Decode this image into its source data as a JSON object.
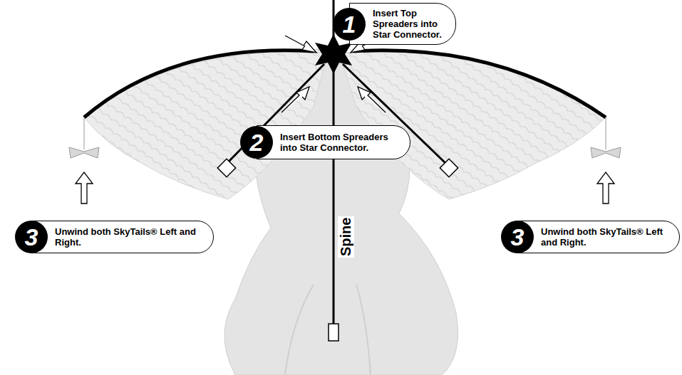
{
  "diagram": {
    "nodes": [
      {
        "text": [
          "1",
          "Insert Top Spreaders into Star Connector."
        ]
      },
      {
        "text": [
          "2",
          "Insert Bottom Spreaders into Star Connector."
        ]
      },
      {
        "text": [
          "3",
          "Unwind both SkyTails® Left and Right."
        ]
      },
      {
        "text": [
          "3",
          "Unwind both SkyTails® Left and Right."
        ]
      }
    ],
    "labels": [
      "Spine"
    ]
  }
}
